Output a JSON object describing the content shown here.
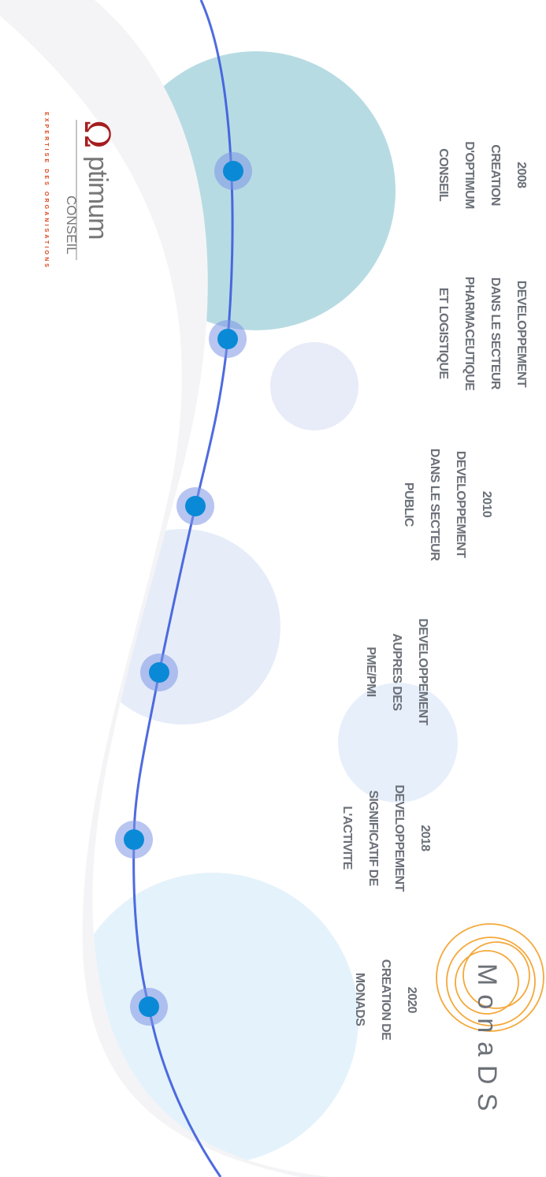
{
  "logo_optimum": {
    "name": "ptimum",
    "subtitle": "CONSEIL",
    "tagline": "EXPERTISE DES ORGANISATIONS",
    "brand_color": "#a51d1d",
    "tagline_color": "#d9461c"
  },
  "logo_monads": {
    "name": "MonaDS",
    "ring_color": "#f4a83a"
  },
  "timeline": {
    "line_color": "#3b5bdb",
    "dot_color": "#0a8ad6",
    "events": [
      {
        "lines": [
          "2008",
          "CREATION",
          "D'OPTIMUM",
          "CONSEIL"
        ]
      },
      {
        "lines": [
          "DEVELOPPEMENT",
          "DANS LE SECTEUR",
          "PHARMACEUTIQUE",
          "ET LOGISTIQUE"
        ]
      },
      {
        "lines": [
          "2010",
          "DEVELOPPEMENT",
          "DANS LE SECTEUR",
          "PUBLIC"
        ]
      },
      {
        "lines": [
          "DEVELOPPEMENT",
          "AUPRES DES",
          "PME/PMI"
        ]
      },
      {
        "lines": [
          "2018",
          "DEVELOPPEMENT",
          "SIGNIFICATIF DE",
          "L'ACTIVITE"
        ]
      },
      {
        "lines": [
          "2020",
          "CREATION DE",
          "MONADS"
        ]
      }
    ]
  }
}
